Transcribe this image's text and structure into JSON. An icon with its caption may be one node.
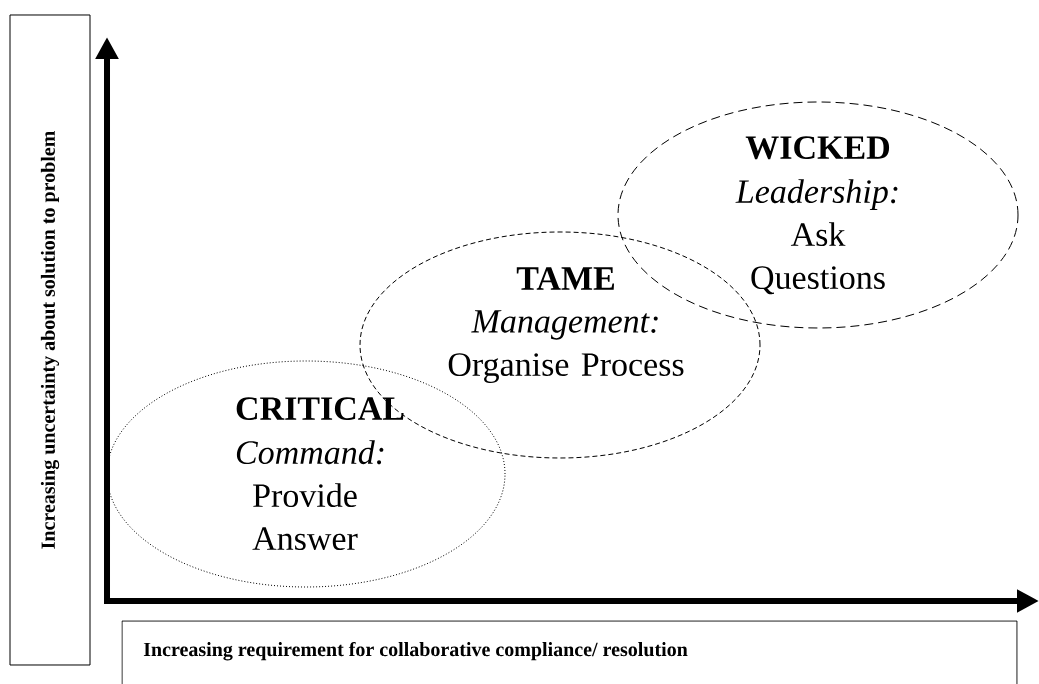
{
  "diagram": {
    "nodes": [
      {
        "text": [
          "Increasing uncertainty about solution to problem"
        ]
      },
      {
        "text": [
          "CRITICAL",
          "Command:",
          "Provide Answer"
        ]
      },
      {
        "text": [
          "TAME",
          "Management:",
          "Organise Process"
        ]
      },
      {
        "text": [
          "WICKED",
          "Leadership:",
          "Ask Questions"
        ]
      },
      {
        "text": [
          "Increasing requirement for collaborative compliance/ resolution"
        ]
      }
    ]
  }
}
